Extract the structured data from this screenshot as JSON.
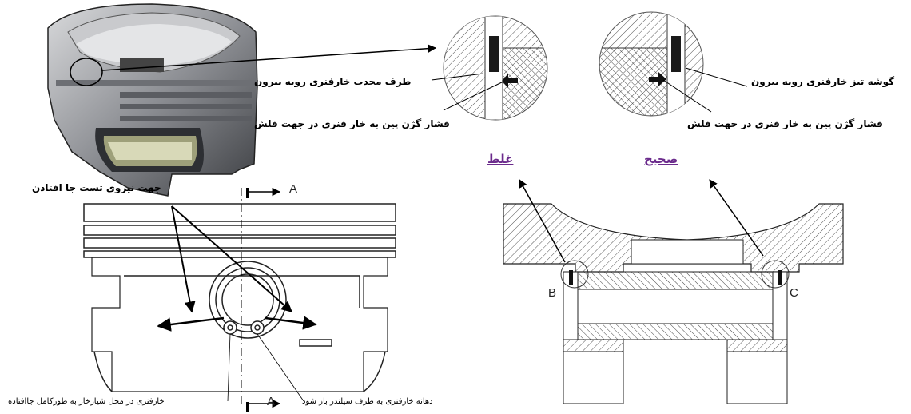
{
  "labels": {
    "convex_side_out": "طرف محدب خارفنری روبه بیرون",
    "pin_pressure_left": "فشار گژن پین به خار فنری در جهت فلش",
    "sharp_corner_out": "گوشه تیز خارفنری روبه بیرون",
    "pin_pressure_right": "فشار گژن پین به خار فنری در جهت فلش",
    "wrong": "غلط",
    "correct": "صحیح",
    "force_direction": "جهت نیروی تست جا افتادن",
    "ring_in_groove": "خارفنری در محل شیارخار به طورکامل جاافتاده",
    "ring_gap_toward_cylinder": "دهانه خارفنری به طرف سیلندر باز شود"
  },
  "section_letters": {
    "a_top": "A",
    "a_bottom": "A",
    "b": "B",
    "c": "C"
  },
  "colors": {
    "verdict_text": "#6b2b8c",
    "line": "#000000",
    "hatch": "#555555"
  },
  "icons": [
    "arrow-icon",
    "circlip-icon",
    "hatch-pattern"
  ]
}
